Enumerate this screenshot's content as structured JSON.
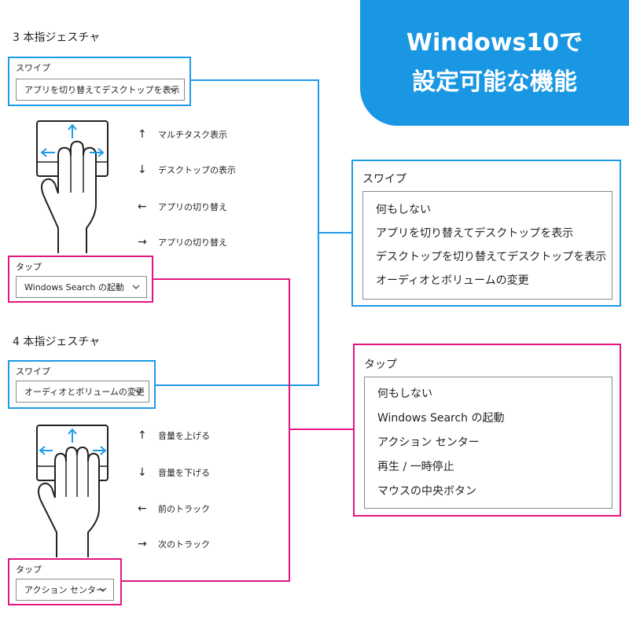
{
  "banner": {
    "line1": "Windows10で",
    "line2": "設定可能な機能"
  },
  "three_finger": {
    "heading": "3 本指ジェスチャ",
    "swipe": {
      "label": "スワイプ",
      "value": "アプリを切り替えてデスクトップを表示"
    },
    "gestures": [
      {
        "arrow": "↑",
        "text": "マルチタスク表示"
      },
      {
        "arrow": "↓",
        "text": "デスクトップの表示"
      },
      {
        "arrow": "←",
        "text": "アプリの切り替え"
      },
      {
        "arrow": "→",
        "text": "アプリの切り替え"
      }
    ],
    "tap": {
      "label": "タップ",
      "value": "Windows Search の起動"
    }
  },
  "four_finger": {
    "heading": "4 本指ジェスチャ",
    "swipe": {
      "label": "スワイプ",
      "value": "オーディオとボリュームの変更"
    },
    "gestures": [
      {
        "arrow": "↑",
        "text": "音量を上げる"
      },
      {
        "arrow": "↓",
        "text": "音量を下げる"
      },
      {
        "arrow": "←",
        "text": "前のトラック"
      },
      {
        "arrow": "→",
        "text": "次のトラック"
      }
    ],
    "tap": {
      "label": "タップ",
      "value": "アクション センター"
    }
  },
  "swipe_options": {
    "title": "スワイプ",
    "items": [
      "何もしない",
      "アプリを切り替えてデスクトップを表示",
      "デスクトップを切り替えてデスクトップを表示",
      "オーディオとボリュームの変更"
    ]
  },
  "tap_options": {
    "title": "タップ",
    "items": [
      "何もしない",
      "Windows Search の起動",
      "アクション センター",
      "再生 / 一時停止",
      "マウスの中央ボタン"
    ]
  },
  "colors": {
    "blue": "#1e9be8",
    "pink": "#e5157f",
    "banner": "#1a97e3"
  },
  "icons": [
    "chevron-down-icon",
    "arrow-up-icon",
    "arrow-down-icon",
    "arrow-left-icon",
    "arrow-right-icon",
    "three-finger-touchpad-icon"
  ]
}
